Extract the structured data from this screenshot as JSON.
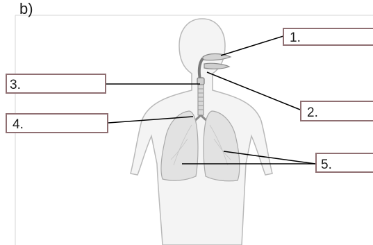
{
  "diagram": {
    "part_label": "b)",
    "labels": [
      {
        "id": "1",
        "text": "1."
      },
      {
        "id": "2",
        "text": "2."
      },
      {
        "id": "3",
        "text": "3."
      },
      {
        "id": "4",
        "text": "4."
      },
      {
        "id": "5",
        "text": "5."
      }
    ]
  },
  "colors": {
    "box_border": "#8f6f72",
    "body_outline": "#b9b9b9",
    "body_fill": "#f4f4f4",
    "lung_fill": "#e2e2e2",
    "leader_line": "#000000"
  }
}
